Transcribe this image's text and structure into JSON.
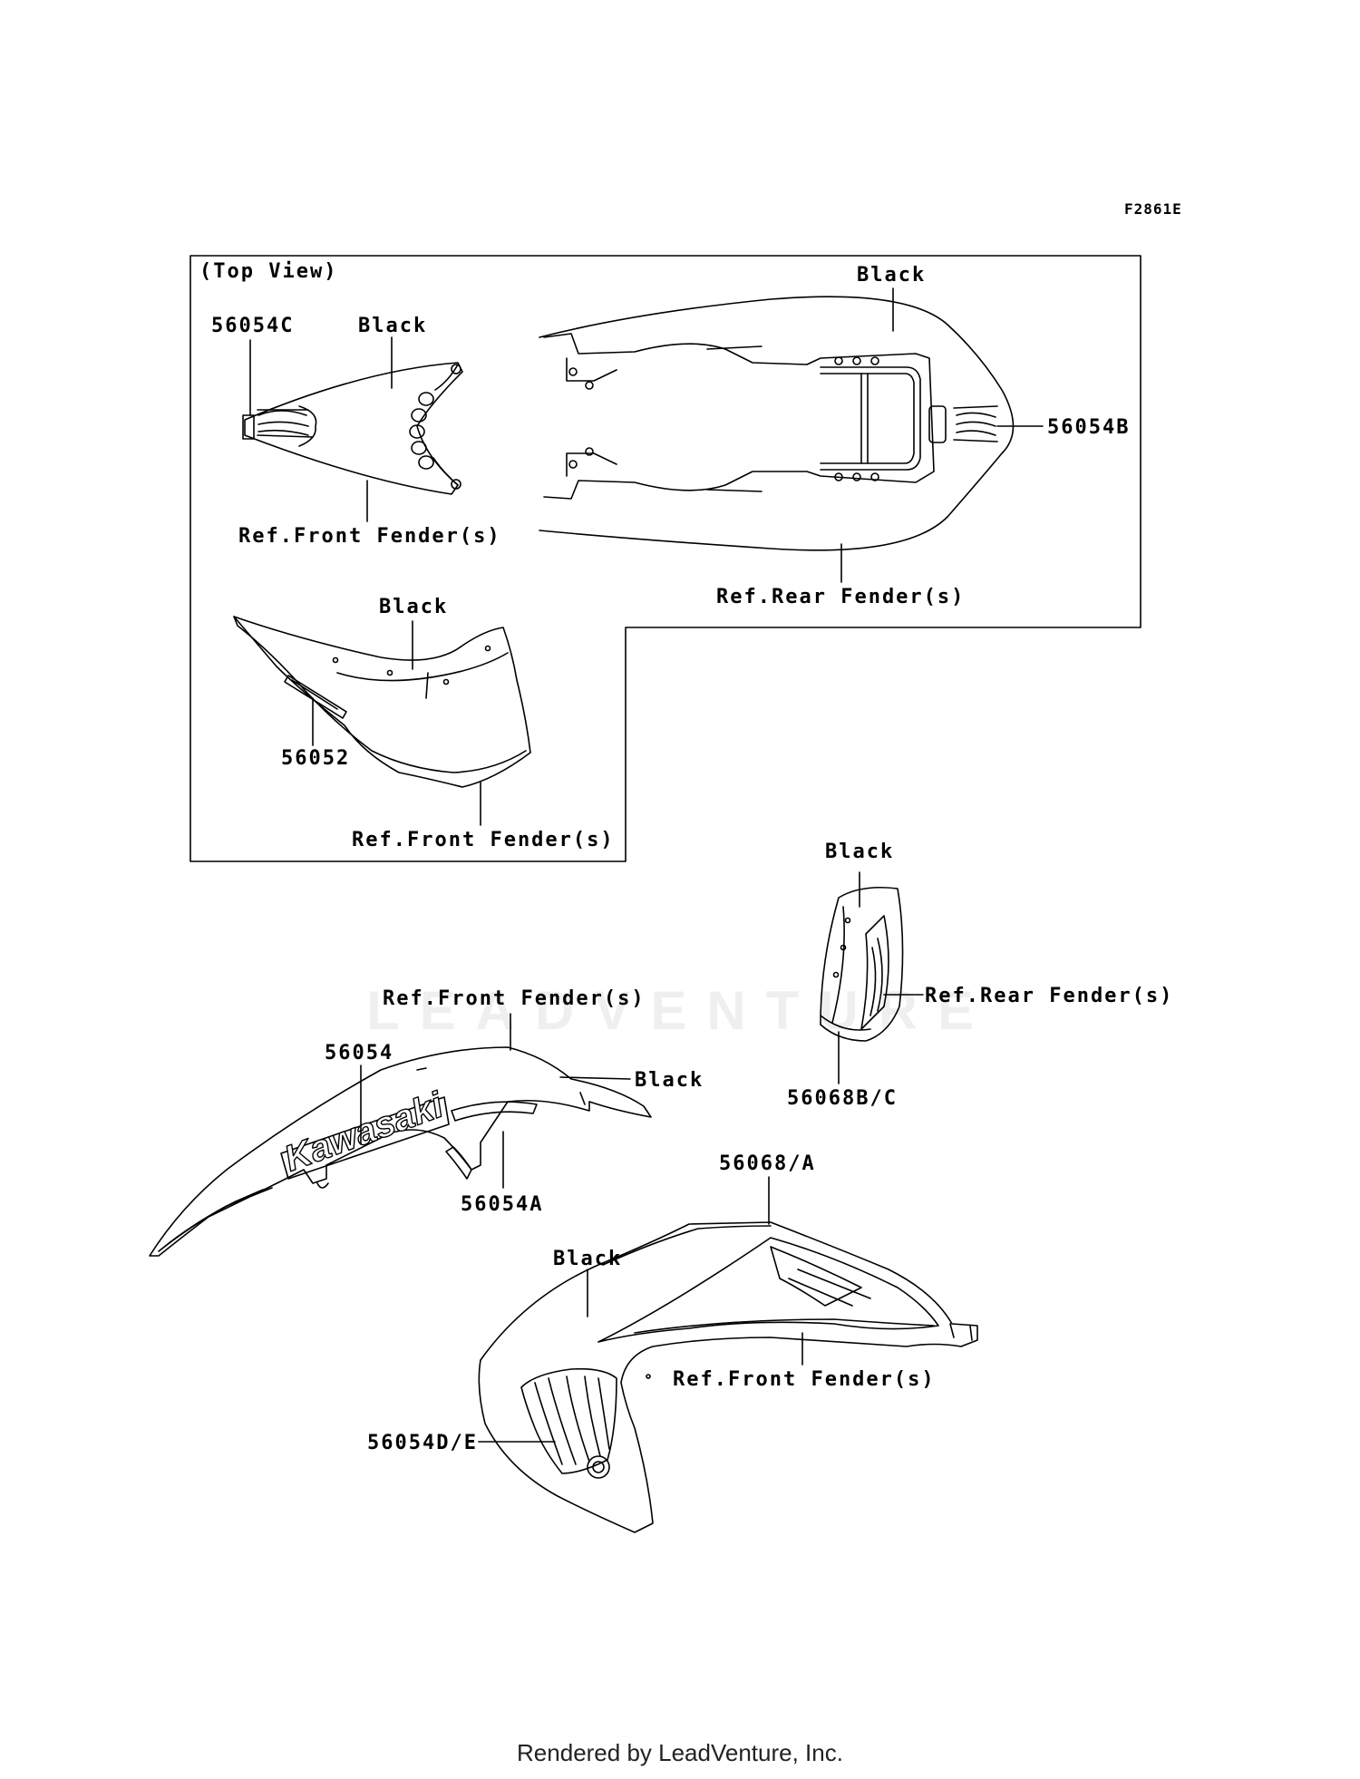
{
  "diagram_code": "F2861E",
  "top_view_label": "(Top View)",
  "labels": {
    "p56054C": "56054C",
    "black_front_top": "Black",
    "ref_front_fender_1": "Ref.Front Fender(s)",
    "black_rear_top": "Black",
    "p56054B": "56054B",
    "ref_rear_fender_1": "Ref.Rear Fender(s)",
    "black_front_side": "Black",
    "p56052": "56052",
    "ref_front_fender_2": "Ref.Front Fender(s)",
    "black_rear_small": "Black",
    "ref_rear_fender_2": "Ref.Rear Fender(s)",
    "p56068BC": "56068B/C",
    "ref_front_fender_3": "Ref.Front Fender(s)",
    "p56054": "56054",
    "black_left_fender": "Black",
    "p56054A": "56054A",
    "p56068A": "56068/A",
    "black_lower": "Black",
    "ref_front_fender_4": "Ref.Front Fender(s)",
    "p56054DE": "56054D/E"
  },
  "decal_text": {
    "kawasaki": "Kawasaki"
  },
  "watermark": "LEADVENTURE",
  "footer": "Rendered by LeadVenture, Inc."
}
